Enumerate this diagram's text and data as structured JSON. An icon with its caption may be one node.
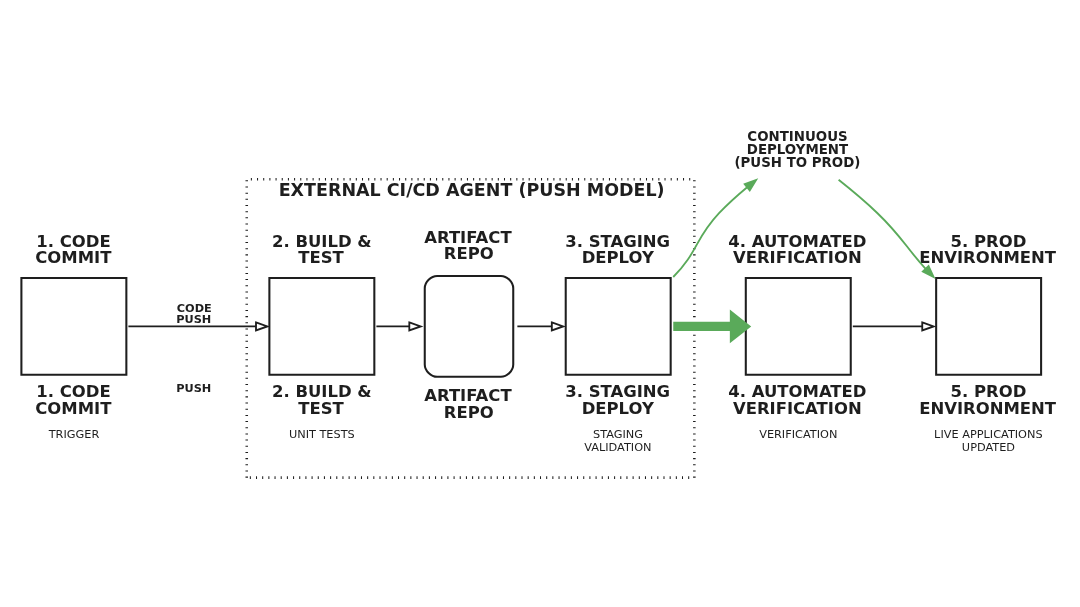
{
  "diagram": {
    "nodes": [
      {
        "text": [
          "1. CODE COMMIT"
        ],
        "beside": [
          "1. CODE COMMIT",
          "TRIGGER"
        ]
      },
      {
        "text": [
          "EXTERNAL CI/CD AGENT (PUSH MODEL)"
        ]
      },
      {
        "text": [
          "2. BUILD & TEST"
        ],
        "in": 1,
        "beside": [
          "2. BUILD & TEST",
          "UNIT TESTS"
        ]
      },
      {
        "text": [
          "ARTIFACT REPO"
        ],
        "in": 1,
        "beside": [
          "ARTIFACT REPO"
        ]
      },
      {
        "text": [
          "3. STAGING DEPLOY"
        ],
        "in": 1,
        "beside": [
          "3. STAGING DEPLOY",
          "STAGING VALIDATION"
        ]
      },
      {
        "text": [
          "4. AUTOMATED VERIFICATION"
        ],
        "beside": [
          "4. AUTOMATED VERIFICATION",
          "VERIFICATION"
        ]
      },
      {
        "text": [
          "5. PROD ENVIRONMENT"
        ],
        "beside": [
          "5. PROD ENVIRONMENT",
          "LIVE APPLICATIONS UPDATED"
        ]
      },
      {
        "text": [
          "CONTINUOUS DEPLOYMENT (PUSH TO PROD)"
        ]
      }
    ],
    "edges": [
      {
        "from": 0,
        "to": 2,
        "arrow": "to",
        "label": "CODE PUSH"
      },
      {
        "from": 2,
        "to": 3,
        "arrow": "to"
      },
      {
        "from": 3,
        "to": 4,
        "arrow": "to"
      },
      {
        "from": 4,
        "to": 5,
        "arrow": "to",
        "style": "thick",
        "color": "#5aaa5a"
      },
      {
        "from": 5,
        "to": 6,
        "arrow": "to"
      },
      {
        "from": 4,
        "to": 7,
        "arrow": "to",
        "color": "#5aaa5a"
      },
      {
        "from": 7,
        "to": 6,
        "arrow": "to",
        "color": "#5aaa5a"
      }
    ],
    "labels": [
      "PUSH"
    ]
  }
}
